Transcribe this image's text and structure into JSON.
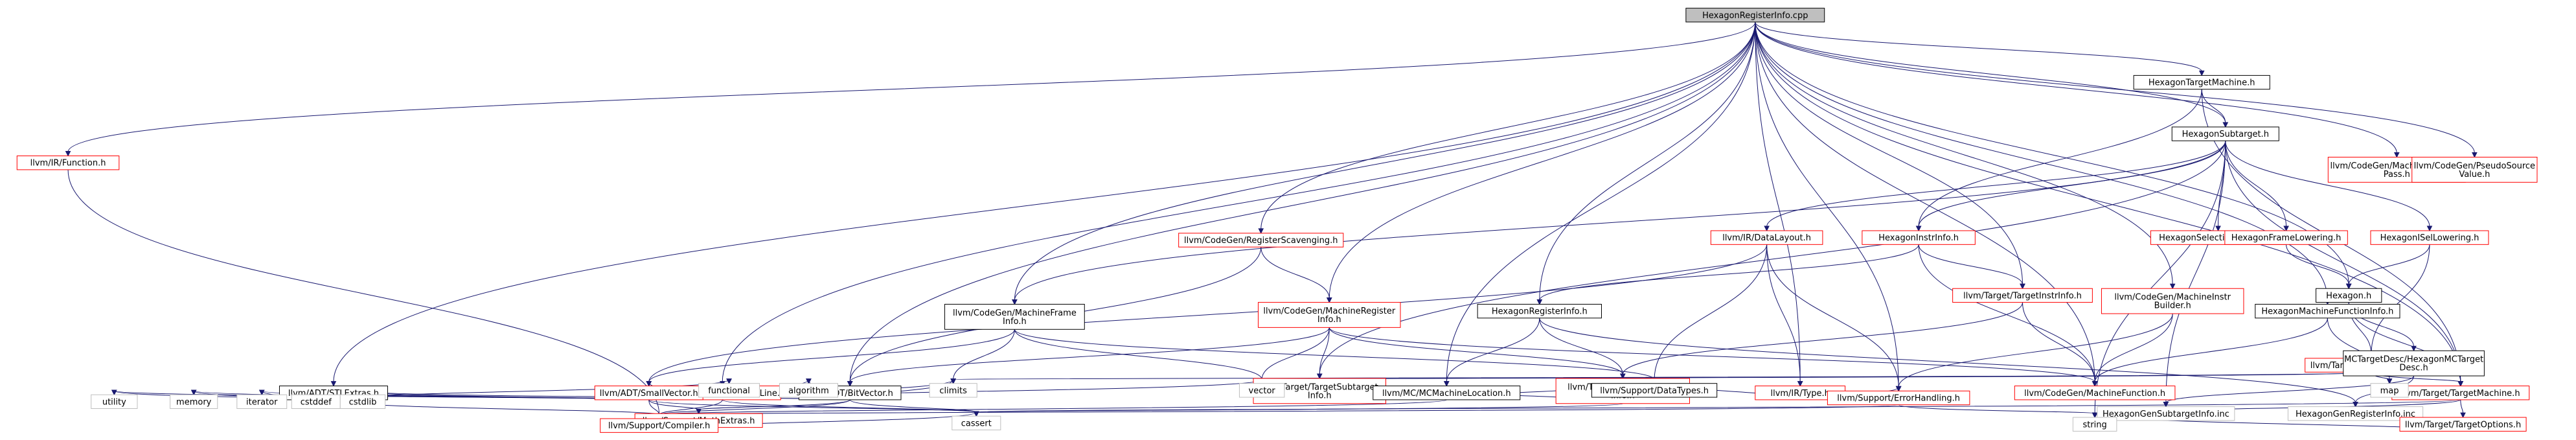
{
  "colors": {
    "black_border": "#000000",
    "red_border": "#ff0000",
    "gray_border": "#bfbfbf",
    "root_fill": "#bfbfbf",
    "node_fill": "#ffffff",
    "text": "#000000",
    "edge": "#191970"
  },
  "nodes": [
    {
      "id": "root",
      "label": "HexagonRegisterInfo.cpp",
      "style": "root"
    },
    {
      "id": "llvmirfunction",
      "label": "llvm/IR/Function.h",
      "style": "red"
    },
    {
      "id": "supportcmd",
      "label": "llvm/Support/CommandLine.h",
      "style": "red"
    },
    {
      "id": "adtstl",
      "label": "llvm/ADT/STLExtras.h",
      "style": "black"
    },
    {
      "id": "regscav",
      "label": "llvm/CodeGen/RegisterScavenging.h",
      "style": "red"
    },
    {
      "id": "mfi",
      "label": "llvm/CodeGen/MachineFrame\nInfo.h",
      "style": "black"
    },
    {
      "id": "mri",
      "label": "llvm/CodeGen/MachineRegister\nInfo.h",
      "style": "red"
    },
    {
      "id": "hexreginfo",
      "label": "HexagonRegisterInfo.h",
      "style": "black"
    },
    {
      "id": "hextm",
      "label": "HexagonTargetMachine.h",
      "style": "black"
    },
    {
      "id": "hexsub",
      "label": "HexagonSubtarget.h",
      "style": "black"
    },
    {
      "id": "hexinstr",
      "label": "HexagonInstrInfo.h",
      "style": "red"
    },
    {
      "id": "dl",
      "label": "llvm/IR/DataLayout.h",
      "style": "red"
    },
    {
      "id": "tii",
      "label": "llvm/Target/TargetInstrInfo.h",
      "style": "red"
    },
    {
      "id": "mib",
      "label": "llvm/CodeGen/MachineInstr\nBuilder.h",
      "style": "red"
    },
    {
      "id": "seldag",
      "label": "HexagonSelectionDAGInfo.h",
      "style": "red"
    },
    {
      "id": "isel",
      "label": "HexagonISelLowering.h",
      "style": "red"
    },
    {
      "id": "frame",
      "label": "HexagonFrameLowering.h",
      "style": "red"
    },
    {
      "id": "hexh",
      "label": "Hexagon.h",
      "style": "black"
    },
    {
      "id": "hexmfi",
      "label": "HexagonMachineFunctionInfo.h",
      "style": "black"
    },
    {
      "id": "mfpass",
      "label": "llvm/CodeGen/MachineFunction\nPass.h",
      "style": "red"
    },
    {
      "id": "psv",
      "label": "llvm/CodeGen/PseudoSource\nValue.h",
      "style": "red"
    },
    {
      "id": "smallvec",
      "label": "llvm/ADT/SmallVector.h",
      "style": "red"
    },
    {
      "id": "bitvec",
      "label": "llvm/ADT/BitVector.h",
      "style": "black"
    },
    {
      "id": "tsi",
      "label": "llvm/Target/TargetSubtarget\nInfo.h",
      "style": "red"
    },
    {
      "id": "mcloc",
      "label": "llvm/MC/MCMachineLocation.h",
      "style": "black"
    },
    {
      "id": "tri",
      "label": "llvm/Target/TargetRegister\nInfo.h",
      "style": "red"
    },
    {
      "id": "irtype",
      "label": "llvm/IR/Type.h",
      "style": "red"
    },
    {
      "id": "mf",
      "label": "llvm/CodeGen/MachineFunction.h",
      "style": "red"
    },
    {
      "id": "tl",
      "label": "llvm/Target/TargetLowering.h",
      "style": "red"
    },
    {
      "id": "mcdesc",
      "label": "MCTargetDesc/HexagonMCTarget\nDesc.h",
      "style": "black"
    },
    {
      "id": "tm",
      "label": "llvm/Target/TargetMachine.h",
      "style": "red"
    },
    {
      "id": "utility",
      "label": "utility",
      "style": "gray"
    },
    {
      "id": "memory",
      "label": "memory",
      "style": "gray"
    },
    {
      "id": "iterator",
      "label": "iterator",
      "style": "gray"
    },
    {
      "id": "cstddef",
      "label": "cstddef",
      "style": "gray"
    },
    {
      "id": "cstdlib",
      "label": "cstdlib",
      "style": "gray"
    },
    {
      "id": "algorithm",
      "label": "algorithm",
      "style": "gray"
    },
    {
      "id": "functional",
      "label": "functional",
      "style": "gray"
    },
    {
      "id": "climits",
      "label": "climits",
      "style": "gray"
    },
    {
      "id": "vector",
      "label": "vector",
      "style": "gray"
    },
    {
      "id": "datatypes",
      "label": "llvm/Support/DataTypes.h",
      "style": "black"
    },
    {
      "id": "errh",
      "label": "llvm/Support/ErrorHandling.h",
      "style": "red"
    },
    {
      "id": "subinc",
      "label": "HexagonGenSubtargetInfo.inc",
      "style": "gray"
    },
    {
      "id": "reginc",
      "label": "HexagonGenRegisterInfo.inc",
      "style": "gray"
    },
    {
      "id": "map",
      "label": "map",
      "style": "gray"
    },
    {
      "id": "mathext",
      "label": "llvm/Support/MathExtras.h",
      "style": "red"
    },
    {
      "id": "compiler",
      "label": "llvm/Support/Compiler.h",
      "style": "red"
    },
    {
      "id": "cassert",
      "label": "cassert",
      "style": "gray"
    },
    {
      "id": "topt",
      "label": "llvm/Target/TargetOptions.h",
      "style": "red"
    },
    {
      "id": "string",
      "label": "string",
      "style": "gray"
    }
  ],
  "edges": [
    [
      "root",
      "llvmirfunction"
    ],
    [
      "root",
      "supportcmd"
    ],
    [
      "root",
      "adtstl"
    ],
    [
      "root",
      "regscav"
    ],
    [
      "root",
      "mfi"
    ],
    [
      "root",
      "mri"
    ],
    [
      "root",
      "hexreginfo"
    ],
    [
      "root",
      "hextm"
    ],
    [
      "root",
      "hexsub"
    ],
    [
      "root",
      "tii"
    ],
    [
      "root",
      "mib"
    ],
    [
      "root",
      "hexmfi"
    ],
    [
      "root",
      "mfpass"
    ],
    [
      "root",
      "psv"
    ],
    [
      "root",
      "bitvec"
    ],
    [
      "root",
      "mcloc"
    ],
    [
      "root",
      "irtype"
    ],
    [
      "root",
      "mf"
    ],
    [
      "root",
      "hexh"
    ],
    [
      "root",
      "tm"
    ],
    [
      "root",
      "errh"
    ],
    [
      "llvmirfunction",
      "compiler"
    ],
    [
      "supportcmd",
      "smallvec"
    ],
    [
      "supportcmd",
      "utility"
    ],
    [
      "supportcmd",
      "functional"
    ],
    [
      "supportcmd",
      "climits"
    ],
    [
      "supportcmd",
      "compiler"
    ],
    [
      "supportcmd",
      "cassert"
    ],
    [
      "supportcmd",
      "vector"
    ],
    [
      "adtstl",
      "utility"
    ],
    [
      "adtstl",
      "memory"
    ],
    [
      "adtstl",
      "iterator"
    ],
    [
      "adtstl",
      "cstddef"
    ],
    [
      "adtstl",
      "cstdlib"
    ],
    [
      "adtstl",
      "functional"
    ],
    [
      "adtstl",
      "compiler"
    ],
    [
      "regscav",
      "bitvec"
    ],
    [
      "regscav",
      "mri"
    ],
    [
      "mfi",
      "smallvec"
    ],
    [
      "mfi",
      "vector"
    ],
    [
      "mfi",
      "datatypes"
    ],
    [
      "mfi",
      "climits"
    ],
    [
      "mri",
      "bitvec"
    ],
    [
      "mri",
      "tri"
    ],
    [
      "mri",
      "tsi"
    ],
    [
      "mri",
      "mf"
    ],
    [
      "mri",
      "vector"
    ],
    [
      "hexreginfo",
      "tri"
    ],
    [
      "hexreginfo",
      "mcloc"
    ],
    [
      "hexreginfo",
      "reginc"
    ],
    [
      "hextm",
      "hexsub"
    ],
    [
      "hextm",
      "hexinstr"
    ],
    [
      "hextm",
      "tm"
    ],
    [
      "hexsub",
      "hexinstr"
    ],
    [
      "hexsub",
      "seldag"
    ],
    [
      "hexsub",
      "isel"
    ],
    [
      "hexsub",
      "frame"
    ],
    [
      "hexsub",
      "dl"
    ],
    [
      "hexsub",
      "tsi"
    ],
    [
      "hexsub",
      "subinc"
    ],
    [
      "hexsub",
      "string"
    ],
    [
      "hexsub",
      "tm"
    ],
    [
      "hexsub",
      "mfi"
    ],
    [
      "hexinstr",
      "hexreginfo"
    ],
    [
      "hexinstr",
      "tii"
    ],
    [
      "hexinstr",
      "mf"
    ],
    [
      "dl",
      "smallvec"
    ],
    [
      "dl",
      "irtype"
    ],
    [
      "dl",
      "datatypes"
    ],
    [
      "dl",
      "errh"
    ],
    [
      "tii",
      "tri"
    ],
    [
      "tii",
      "mf"
    ],
    [
      "mib",
      "mf"
    ],
    [
      "mib",
      "errh"
    ],
    [
      "isel",
      "hexh"
    ],
    [
      "isel",
      "tl"
    ],
    [
      "frame",
      "hexh"
    ],
    [
      "hexh",
      "mcdesc"
    ],
    [
      "hexh",
      "tl"
    ],
    [
      "hexh",
      "tm"
    ],
    [
      "hexmfi",
      "mf"
    ],
    [
      "hexmfi",
      "map"
    ],
    [
      "smallvec",
      "mathext"
    ],
    [
      "smallvec",
      "algorithm"
    ],
    [
      "smallvec",
      "compiler"
    ],
    [
      "smallvec",
      "iterator"
    ],
    [
      "smallvec",
      "memory"
    ],
    [
      "smallvec",
      "cstddef"
    ],
    [
      "smallvec",
      "cstdlib"
    ],
    [
      "smallvec",
      "cassert"
    ],
    [
      "bitvec",
      "mathext"
    ],
    [
      "bitvec",
      "algorithm"
    ],
    [
      "bitvec",
      "compiler"
    ],
    [
      "bitvec",
      "cassert"
    ],
    [
      "bitvec",
      "climits"
    ],
    [
      "bitvec",
      "cstdlib"
    ],
    [
      "mcloc",
      "datatypes"
    ],
    [
      "mcloc",
      "compiler"
    ],
    [
      "tri",
      "cassert"
    ],
    [
      "tri",
      "vector"
    ],
    [
      "irtype",
      "datatypes"
    ],
    [
      "irtype",
      "errh"
    ],
    [
      "tl",
      "vector"
    ],
    [
      "tl",
      "map"
    ],
    [
      "tl",
      "climits"
    ],
    [
      "tl",
      "tm"
    ],
    [
      "mcdesc",
      "subinc"
    ],
    [
      "mcdesc",
      "reginc"
    ],
    [
      "tm",
      "topt"
    ],
    [
      "tm",
      "cassert"
    ],
    [
      "tm",
      "string"
    ],
    [
      "errh",
      "compiler"
    ],
    [
      "errh",
      "string"
    ],
    [
      "mathext",
      "compiler"
    ],
    [
      "mathext",
      "cassert"
    ],
    [
      "topt",
      "string"
    ]
  ]
}
